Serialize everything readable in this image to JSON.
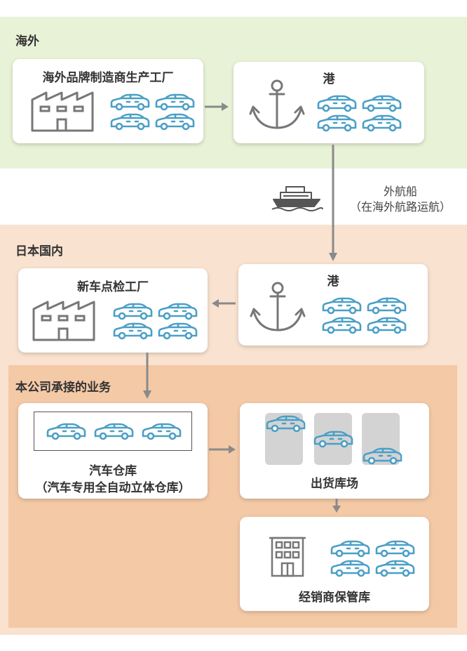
{
  "regions": {
    "overseas": "海外",
    "domestic": "日本国内",
    "company": "本公司承接的业务"
  },
  "nodes": {
    "overseas_factory": "海外品牌制造商生产工厂",
    "overseas_port": "港",
    "domestic_port": "港",
    "inspection_factory": "新车点检工厂",
    "warehouse_line1": "汽车仓库",
    "warehouse_line2": "（汽车专用全自动立体仓库）",
    "shipping_yard": "出货库场",
    "dealer_storage": "经销商保管库"
  },
  "ship": {
    "line1": "外航船",
    "line2": "（在海外航路运航）"
  },
  "colors": {
    "overseas_bg": "#e8f2d6",
    "domestic_bg": "#f9e2cf",
    "company_bg": "#f4c9a6",
    "car_blue": "#4b9fc6",
    "arrow_gray": "#8a8a8a"
  },
  "icons": [
    "factory-icon",
    "anchor-icon",
    "car-icon",
    "ship-icon",
    "building-icon"
  ]
}
